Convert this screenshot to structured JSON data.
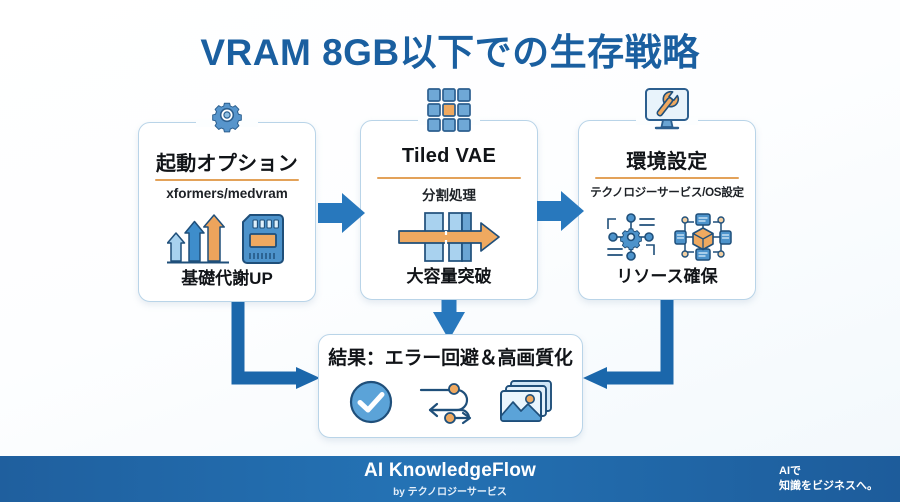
{
  "slide": {
    "title": "VRAM 8GB以下での生存戦略",
    "accent_blue": "#1a5fa0",
    "accent_orange": "#e3a259",
    "arrow_blue": "#1b67ab",
    "card_border": "#b9d4e8",
    "background": "#fcfeff"
  },
  "cards": [
    {
      "icon": "gear-icon",
      "title": "起動オプション",
      "subtitle": "xformers/medvram",
      "art": [
        "growth-arrows-icon",
        "memory-card-icon"
      ],
      "footer": "基礎代謝UP"
    },
    {
      "icon": "tile-grid-icon",
      "title": "Tiled VAE",
      "subtitle": "分割処理",
      "art": [
        "arrow-through-blocks-icon"
      ],
      "footer": "大容量突破"
    },
    {
      "icon": "monitor-wrench-icon",
      "title": "環境設定",
      "subtitle": "テクノロジーサービス/OS設定",
      "art": [
        "gear-network-icon",
        "node-hub-icon"
      ],
      "footer": "リソース確保"
    }
  ],
  "result": {
    "title": "結果：エラー回避＆高画質化",
    "art": [
      "check-circle-icon",
      "workflow-arrows-icon",
      "images-stack-icon"
    ]
  },
  "footer": {
    "brand": "AI KnowledgeFlow",
    "by": "by テクノロジーサービス",
    "tagline_line1": "AIで",
    "tagline_line2": "知識をビジネスへ。"
  }
}
